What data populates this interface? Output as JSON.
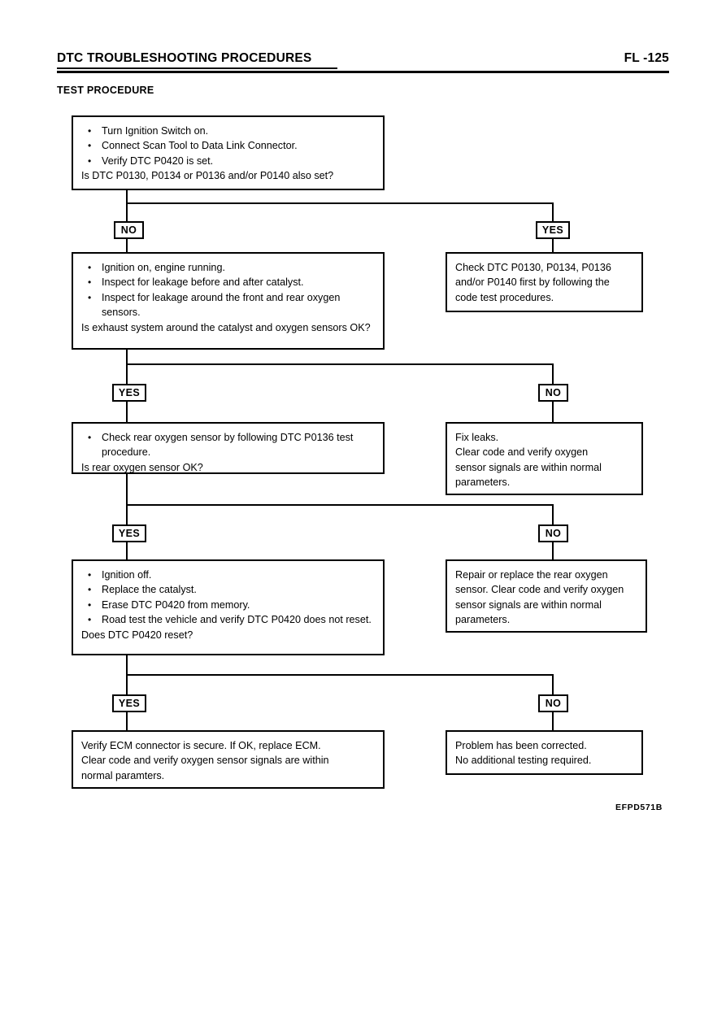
{
  "header": {
    "title": "DTC TROUBLESHOOTING PROCEDURES",
    "page_ref": "FL -125",
    "section_label": "TEST PROCEDURE"
  },
  "figure_code": "EFPD571B",
  "flow": {
    "steps": [
      {
        "id": "step-1",
        "bullets": [
          "Turn Ignition Switch on.",
          "Connect Scan Tool to Data Link Connector.",
          "Verify DTC P0420 is set."
        ],
        "question": "Is DTC P0130, P0134 or P0136 and/or P0140 also set?"
      },
      {
        "id": "step-2",
        "bullets": [
          "Ignition on, engine running.",
          "Inspect for leakage before and after catalyst.",
          "Inspect for leakage around the front and rear oxygen sensors."
        ],
        "question": "Is exhaust system around the catalyst and oxygen sensors OK?"
      },
      {
        "id": "step-3",
        "bullets": [
          "Check rear oxygen sensor by following DTC P0136 test procedure."
        ],
        "question": "Is rear oxygen sensor OK?"
      },
      {
        "id": "step-4",
        "bullets": [
          "Ignition off.",
          "Replace the catalyst.",
          "Erase DTC P0420 from memory.",
          "Road test the vehicle and verify DTC P0420 does not reset."
        ],
        "question": "Does DTC P0420 reset?"
      }
    ],
    "outcomes": [
      {
        "id": "outcome-right-1",
        "lines": [
          "Check DTC P0130, P0134, P0136",
          "and/or P0140 first by following the",
          "code test procedures."
        ]
      },
      {
        "id": "outcome-right-2",
        "lines": [
          "Fix leaks.",
          "Clear code and verify oxygen",
          "sensor signals are within normal",
          "parameters."
        ]
      },
      {
        "id": "outcome-right-3",
        "lines": [
          "Repair or replace the rear oxygen",
          "sensor. Clear code and verify oxygen",
          "sensor signals are within normal",
          "parameters."
        ]
      },
      {
        "id": "outcome-right-4",
        "lines": [
          "Problem has been corrected.",
          "No additional testing required."
        ]
      },
      {
        "id": "outcome-final-left",
        "lines": [
          "Verify ECM connector is secure. If OK, replace ECM.",
          "Clear code and verify oxygen sensor signals are within",
          "normal paramters."
        ]
      }
    ],
    "branches": [
      {
        "id": "branch-1-left",
        "label": "NO"
      },
      {
        "id": "branch-1-right",
        "label": "YES"
      },
      {
        "id": "branch-2-left",
        "label": "YES"
      },
      {
        "id": "branch-2-right",
        "label": "NO"
      },
      {
        "id": "branch-3-left",
        "label": "YES"
      },
      {
        "id": "branch-3-right",
        "label": "NO"
      },
      {
        "id": "branch-4-left",
        "label": "YES"
      },
      {
        "id": "branch-4-right",
        "label": "NO"
      }
    ]
  }
}
